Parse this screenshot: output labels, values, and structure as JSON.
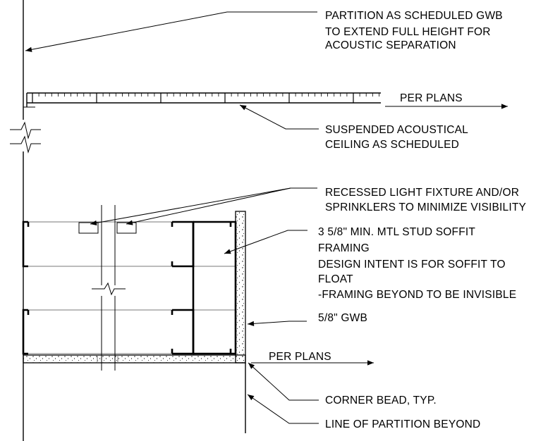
{
  "notes": {
    "partition": [
      "PARTITION AS SCHEDULED GWB",
      "TO EXTEND FULL HEIGHT FOR",
      "ACOUSTIC SEPARATION"
    ],
    "per_plans_top": "PER PLANS",
    "ceiling": [
      "SUSPENDED ACOUSTICAL",
      "CEILING AS SCHEDULED"
    ],
    "light_fixture": [
      "RECESSED LIGHT FIXTURE AND/OR",
      "SPRINKLERS TO MINIMIZE VISIBILITY"
    ],
    "soffit": [
      "3 5/8\" MIN. MTL STUD SOFFIT",
      "FRAMING",
      "DESIGN INTENT IS FOR SOFFIT TO",
      "FLOAT",
      "-FRAMING BEYOND TO BE INVISIBLE"
    ],
    "gwb": "5/8\" GWB",
    "per_plans_bottom": "PER PLANS",
    "corner_bead": "CORNER BEAD, TYP.",
    "partition_beyond": "LINE OF PARTITION BEYOND"
  },
  "colors": {
    "line": "#000000",
    "background": "#ffffff"
  }
}
